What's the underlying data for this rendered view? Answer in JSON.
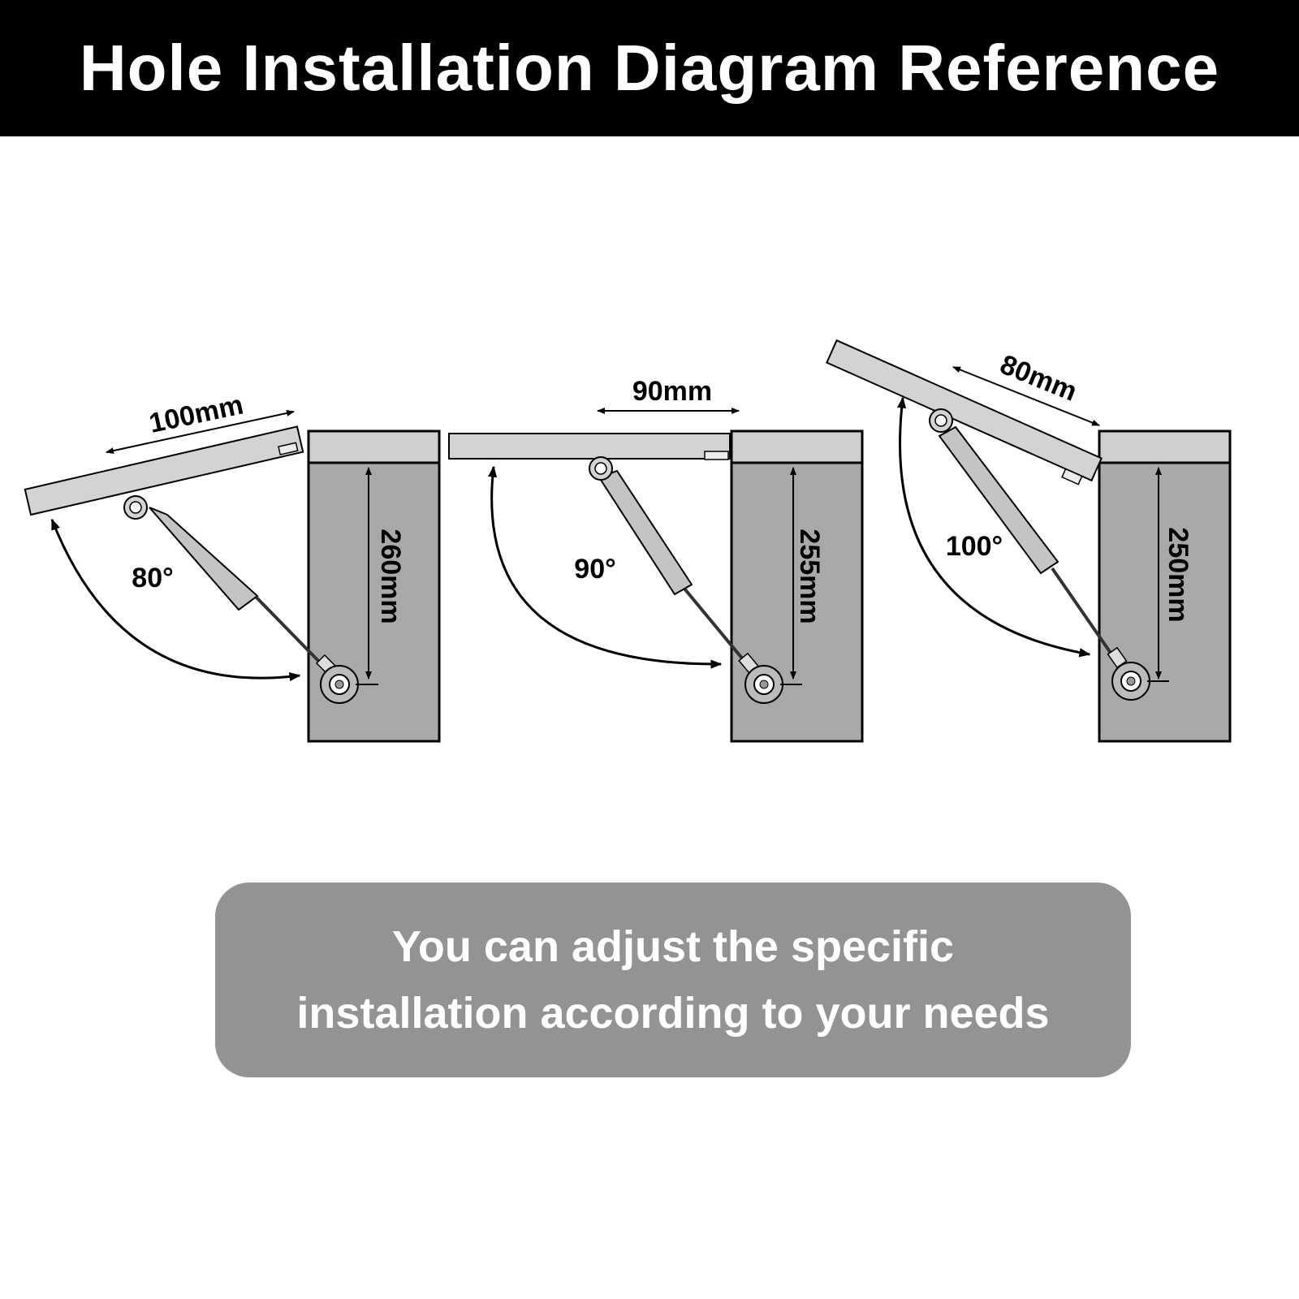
{
  "header": {
    "title": "Hole Installation Diagram Reference"
  },
  "diagrams": [
    {
      "angle": "80°",
      "depth": "260mm",
      "offset": "100mm"
    },
    {
      "angle": "90°",
      "depth": "255mm",
      "offset": "90mm"
    },
    {
      "angle": "100°",
      "depth": "250mm",
      "offset": "80mm"
    }
  ],
  "note": {
    "line1": "You can adjust the specific",
    "line2": "installation according to your needs"
  },
  "colors": {
    "cabinet": "#a9a9a9",
    "panel": "#d3d3d3",
    "strut": "#c4c4c4",
    "note_bg": "#939393"
  }
}
